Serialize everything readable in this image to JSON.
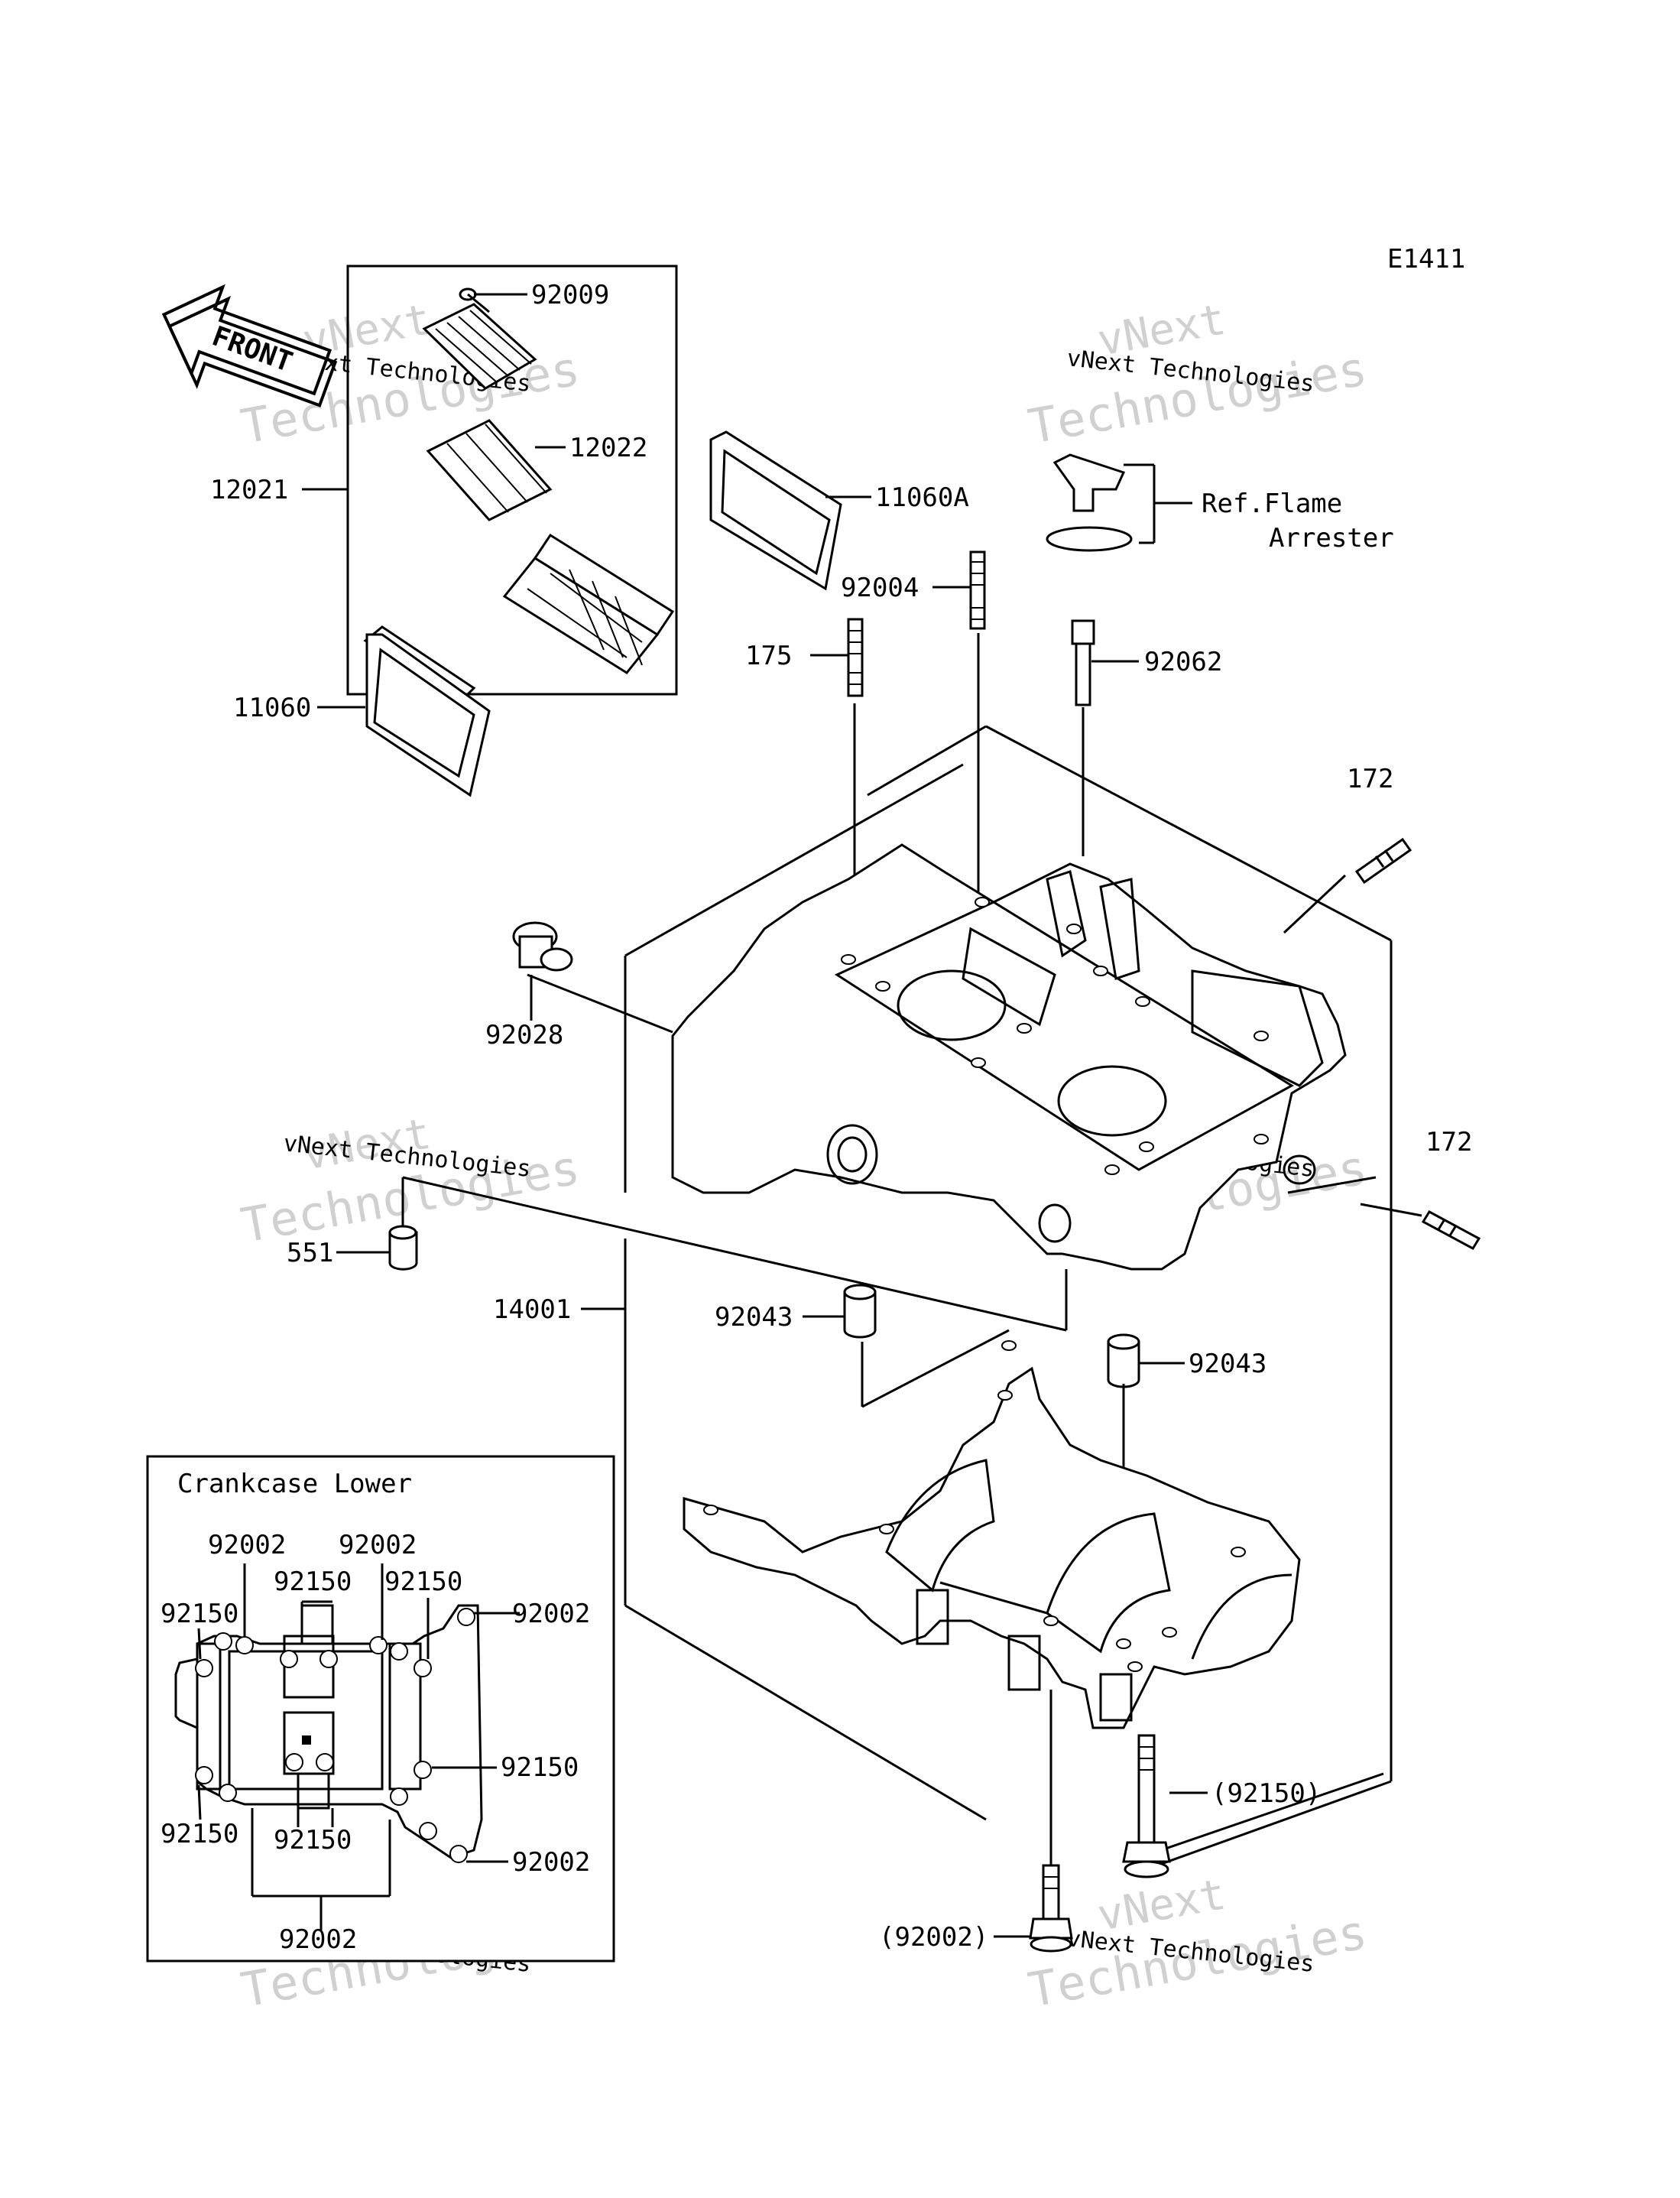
{
  "diagram_code": "E1411",
  "front_label": "FRONT",
  "watermark": {
    "line1": "vNext",
    "line2": "Technologies",
    "caption": "vNext Technologies"
  },
  "labels": {
    "l_92009": "92009",
    "l_12022": "12022",
    "l_12021": "12021",
    "l_11060A": "11060A",
    "l_11060": "11060",
    "l_ref_line1": "Ref.Flame",
    "l_ref_line2": "Arrester",
    "l_92004": "92004",
    "l_175": "175",
    "l_92062": "92062",
    "l_172_top": "172",
    "l_92028": "92028",
    "l_172_right": "172",
    "l_551": "551",
    "l_14001": "14001",
    "l_92043_left": "92043",
    "l_92043_right": "92043",
    "l_92150_paren": "(92150)",
    "l_92002_paren": "(92002)"
  },
  "inset": {
    "title": "Crankcase Lower",
    "labels": {
      "a": "92002",
      "b": "92002",
      "c": "92150",
      "d": "92150",
      "e": "92150",
      "f": "92002",
      "g": "92150",
      "h": "92150",
      "i": "92150",
      "j": "92002",
      "k": "92002"
    }
  },
  "colors": {
    "ink": "#000000",
    "background": "#ffffff",
    "watermark": "#c8c8c8"
  }
}
